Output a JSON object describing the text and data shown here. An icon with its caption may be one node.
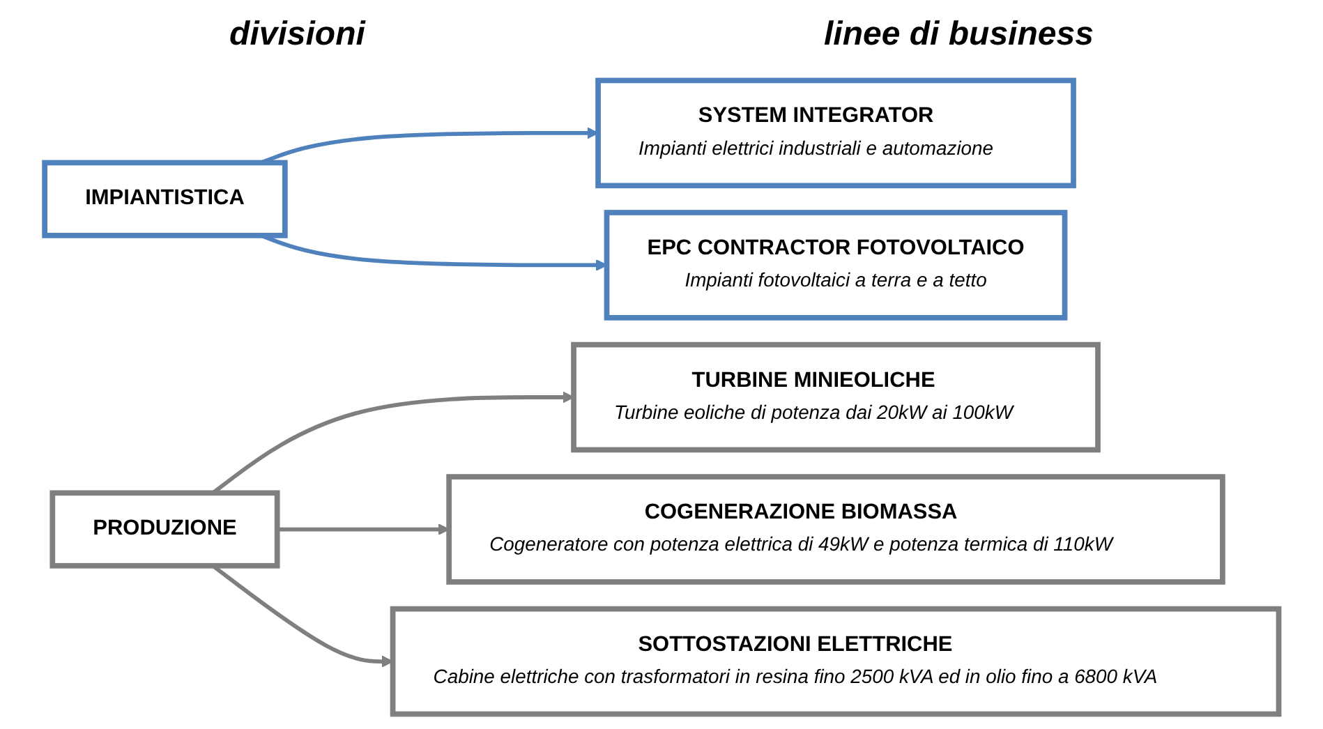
{
  "diagram": {
    "nodes": [
      {
        "text": [
          "IMPIANTISTICA"
        ]
      },
      {
        "text": [
          "SYSTEM INTEGRATOR",
          "Impianti elettrici industriali e automazione"
        ]
      },
      {
        "text": [
          "EPC CONTRACTOR FOTOVOLTAICO",
          "Impianti fotovoltaici a terra e a tetto"
        ]
      },
      {
        "text": [
          "PRODUZIONE"
        ]
      },
      {
        "text": [
          "TURBINE MINIEOLICHE",
          "Turbine eoliche di potenza dai 20kW ai 100kW"
        ]
      },
      {
        "text": [
          "COGENERAZIONE BIOMASSA",
          "Cogeneratore con potenza elettrica di 49kW e potenza termica di 110kW"
        ]
      },
      {
        "text": [
          "SOTTOSTAZIONI ELETTRICHE",
          "Cabine elettriche con trasformatori in resina fino 2500 kVA ed in olio fino a 6800 kVA"
        ]
      }
    ],
    "edges": [
      {
        "from": 0,
        "to": 1,
        "arrow": "to",
        "color": "#4f81bd"
      },
      {
        "from": 0,
        "to": 2,
        "arrow": "to",
        "color": "#4f81bd"
      },
      {
        "from": 3,
        "to": 4,
        "arrow": "to"
      },
      {
        "from": 3,
        "to": 5,
        "arrow": "to"
      },
      {
        "from": 3,
        "to": 6,
        "arrow": "to"
      }
    ],
    "labels": [
      "divisioni",
      "linee di business"
    ]
  }
}
